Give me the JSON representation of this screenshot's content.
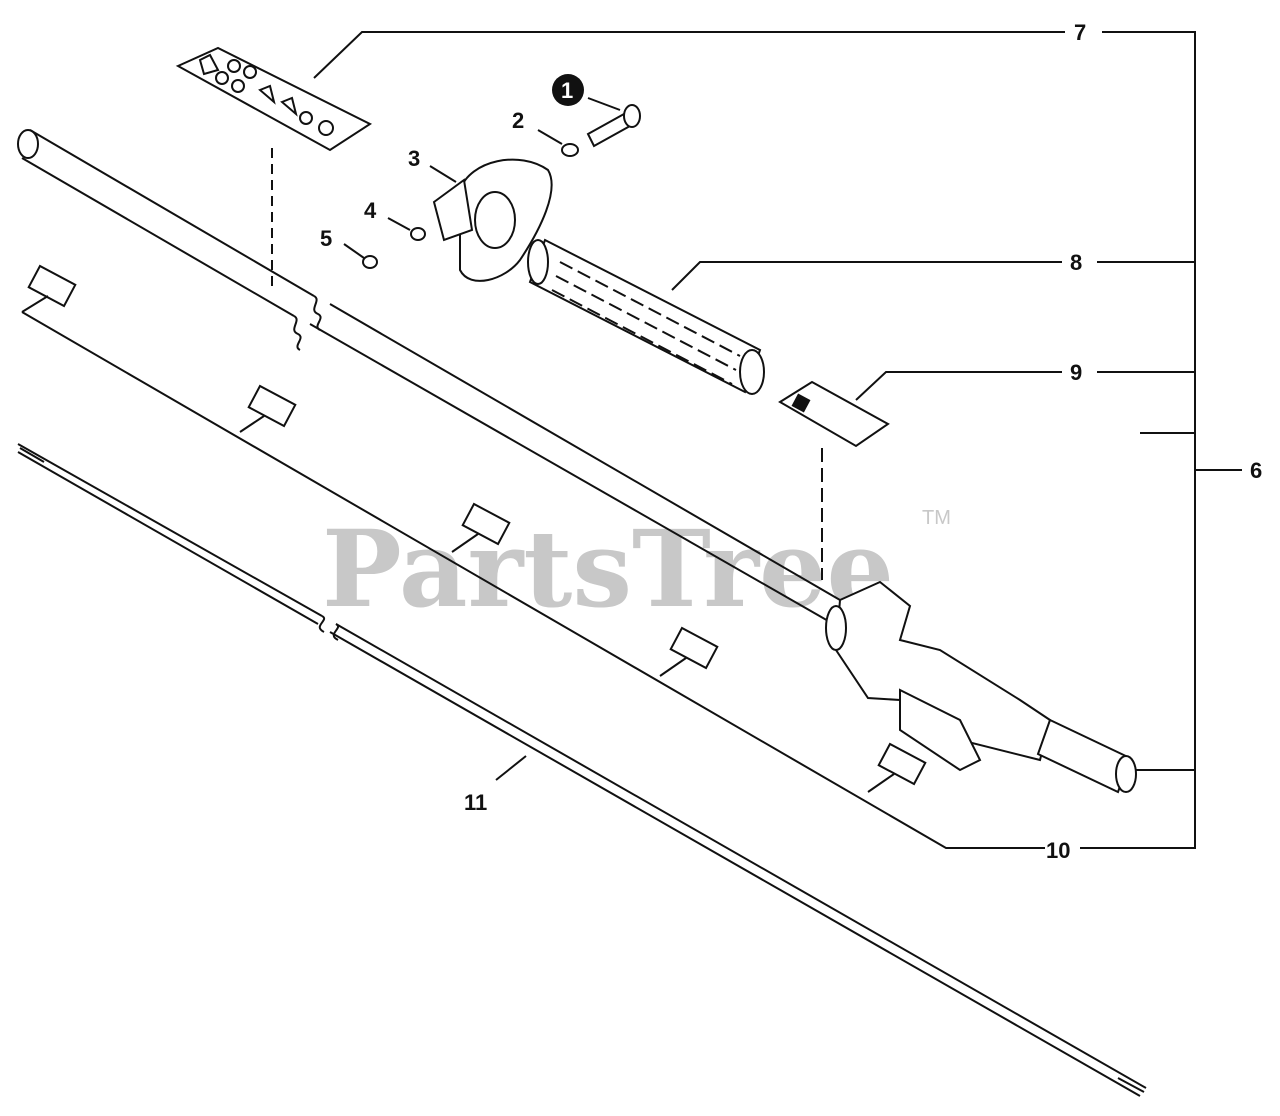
{
  "watermark": {
    "text": "PartsTree",
    "trademark": "TM"
  },
  "callouts": {
    "c1": "1",
    "c2": "2",
    "c3": "3",
    "c4": "4",
    "c5": "5",
    "c6": "6",
    "c7": "7",
    "c8": "8",
    "c9": "9",
    "c10": "10",
    "c11": "11"
  },
  "colors": {
    "line": "#111111",
    "watermark": "#c8c8c8",
    "background": "#ffffff"
  }
}
